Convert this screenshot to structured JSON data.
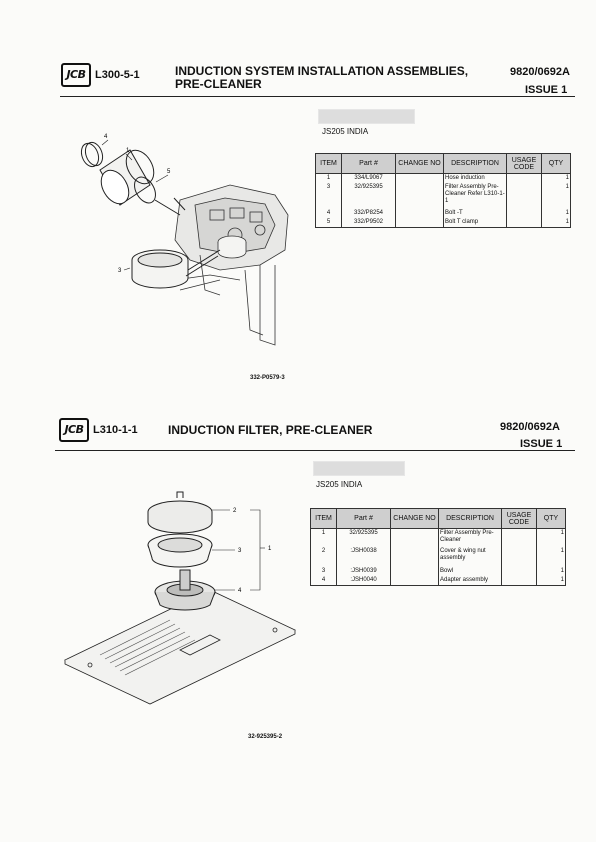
{
  "sections": [
    {
      "brand": "JCB",
      "code": "L300-5-1",
      "title": "INDUCTION SYSTEM INSTALLATION ASSEMBLIES, PRE-CLEANER",
      "doc_no": "9820/0692A",
      "issue": "ISSUE 1",
      "variant": "JS205 INDIA",
      "figure_id": "332-P0579-3",
      "callouts": [
        "4",
        "1",
        "5",
        "3"
      ],
      "headers": [
        "ITEM",
        "Part #",
        "CHANGE NO",
        "DESCRIPTION",
        "USAGE CODE",
        "QTY"
      ],
      "rows": [
        {
          "item": "1",
          "part": "334/L9067",
          "change": "",
          "desc": "Hose induction",
          "usage": "",
          "qty": "1"
        },
        {
          "item": "3",
          "part": "32/925395",
          "change": "",
          "desc": "Filter Assembly Pre-Cleaner Refer L310-1-1",
          "usage": "",
          "qty": "1"
        },
        {
          "item": "4",
          "part": "332/P8254",
          "change": "",
          "desc": "Bolt -T",
          "usage": "",
          "qty": "1"
        },
        {
          "item": "5",
          "part": "332/P9502",
          "change": "",
          "desc": "Bolt T clamp",
          "usage": "",
          "qty": "1"
        }
      ]
    },
    {
      "brand": "JCB",
      "code": "L310-1-1",
      "title": "INDUCTION FILTER, PRE-CLEANER",
      "doc_no": "9820/0692A",
      "issue": "ISSUE 1",
      "variant": "JS205 INDIA",
      "figure_id": "32-925395-2",
      "callouts": [
        "2",
        "3",
        "1",
        "4"
      ],
      "headers": [
        "ITEM",
        "Part #",
        "CHANGE NO",
        "DESCRIPTION",
        "USAGE CODE",
        "QTY"
      ],
      "rows": [
        {
          "item": "1",
          "part": "32/925395",
          "change": "",
          "desc": "Filter Assembly Pre-Cleaner",
          "usage": "",
          "qty": "1"
        },
        {
          "item": "2",
          "part": ":JSH0038",
          "change": "",
          "desc": "Cover & wing nut assembly",
          "usage": "",
          "qty": "1"
        },
        {
          "item": "3",
          "part": ":JSH0039",
          "change": "",
          "desc": "Bowl",
          "usage": "",
          "qty": "1"
        },
        {
          "item": "4",
          "part": ":JSH0040",
          "change": "",
          "desc": "Adapter assembly",
          "usage": "",
          "qty": "1"
        }
      ]
    }
  ]
}
